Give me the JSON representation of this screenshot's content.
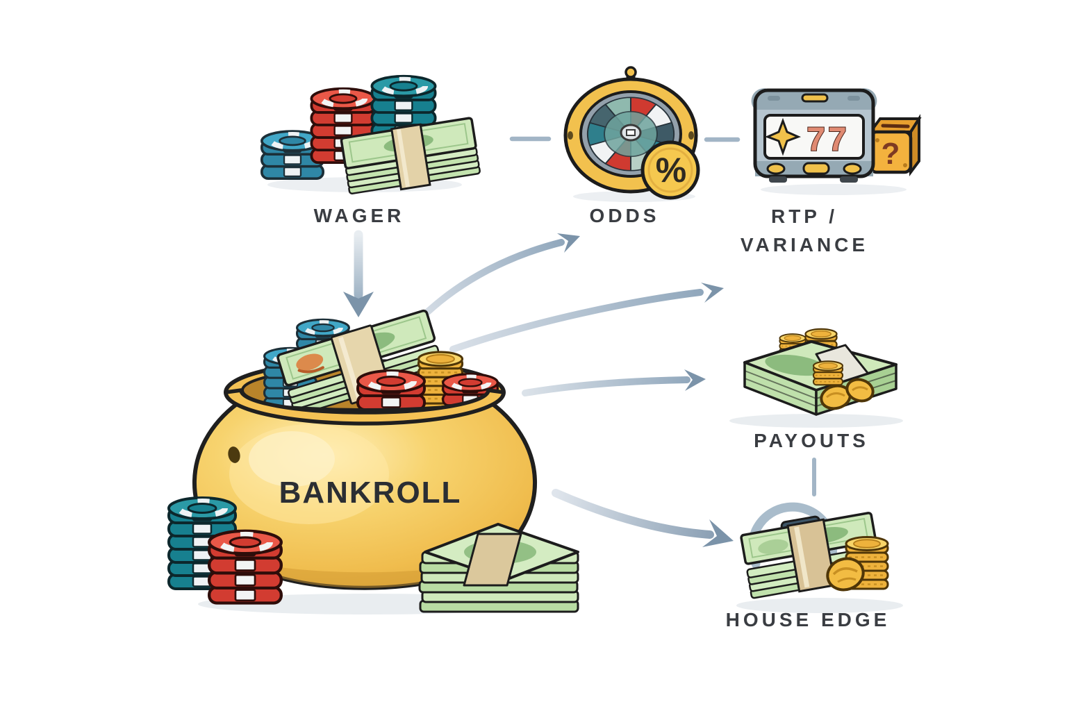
{
  "diagram": {
    "background_color": "#ffffff",
    "nodes": [
      {
        "id": "wager",
        "label": "WAGER",
        "icon": "poker-chips-cash-icon"
      },
      {
        "id": "odds",
        "label": "ODDS",
        "icon": "roulette-wheel-icon",
        "symbol": "%"
      },
      {
        "id": "rtp_variance",
        "label_line1": "RTP /",
        "label_line2": "VARIANCE",
        "icon": "slot-machine-dice-icon",
        "display": "77",
        "die_symbol": "?"
      },
      {
        "id": "bankroll",
        "label": "BANKROLL",
        "icon": "gold-pot-icon"
      },
      {
        "id": "payouts",
        "label": "PAYOUTS",
        "icon": "cash-pile-coins-icon"
      },
      {
        "id": "house_edge",
        "label": "HOUSE EDGE",
        "icon": "cash-bundle-coins-icon"
      }
    ],
    "edges": [
      {
        "from": "wager",
        "to": "odds",
        "style": "short-line"
      },
      {
        "from": "odds",
        "to": "rtp_variance",
        "style": "short-line"
      },
      {
        "from": "wager",
        "to": "bankroll",
        "style": "straight-arrow-down"
      },
      {
        "from": "bankroll",
        "to": "odds",
        "style": "curved-arrow"
      },
      {
        "from": "bankroll",
        "to": "rtp_variance",
        "style": "curved-arrow"
      },
      {
        "from": "bankroll",
        "to": "payouts",
        "style": "curved-arrow"
      },
      {
        "from": "bankroll",
        "to": "house_edge",
        "style": "curved-arrow"
      },
      {
        "from": "payouts",
        "to": "house_edge",
        "style": "short-line"
      }
    ],
    "colors": {
      "label_text": "#3a3d42",
      "bankroll_text": "#2b2e33",
      "arrow_head": "#7b93a9",
      "arrow_light": "#dde4ec",
      "connector_line": "#a2b5c6",
      "pot_gold": "#f2c155",
      "chip_red": "#d23c31",
      "chip_blue": "#2f87a6",
      "chip_teal": "#17808f",
      "cash_green": "#cfe9bb",
      "coin_gold": "#eeb23c",
      "slot_gray": "#b6c5cf",
      "die_orange": "#f3b23e"
    }
  }
}
